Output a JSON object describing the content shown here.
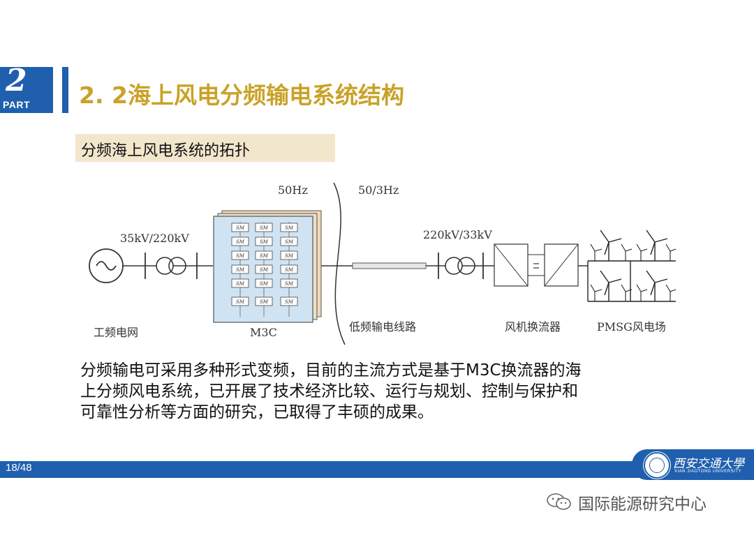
{
  "part_badge": {
    "number": "2",
    "label": "PART"
  },
  "title": "2. 2海上风电分频输电系统结构",
  "subtitle": "分频海上风电系统的拓扑",
  "diagram": {
    "labels": {
      "freq_50": "50Hz",
      "freq_low": "50/3Hz",
      "transformer_grid": "35kV/220kV",
      "transformer_wind": "220kV/33kV",
      "grid": "工频电网",
      "m3c": "M3C",
      "line": "低频输电线路",
      "converter": "风机换流器",
      "farm": "PMSG风电场",
      "submodule": "SM"
    }
  },
  "body_lines": [
    "分频输电可采用多种形式变频，目前的主流方式是基于M3C换流器的海",
    "上分频风电系统，已开展了技术经济比较、运行与规划、控制与保护和",
    "可靠性分析等方面的研究，已取得了丰硕的成果。"
  ],
  "footer": {
    "page": "18/48",
    "university_cn": "西安交通大學",
    "university_en": "XIAN JIAOTONG UNIVERSITY"
  },
  "watermark": "国际能源研究中心",
  "colors": {
    "brand_blue": "#1f5fae",
    "title_gold": "#c9a227",
    "subtitle_bg": "#f2e6cc",
    "m3c_blue": "#cfe3f2",
    "m3c_orange": "#f3d7b8"
  }
}
